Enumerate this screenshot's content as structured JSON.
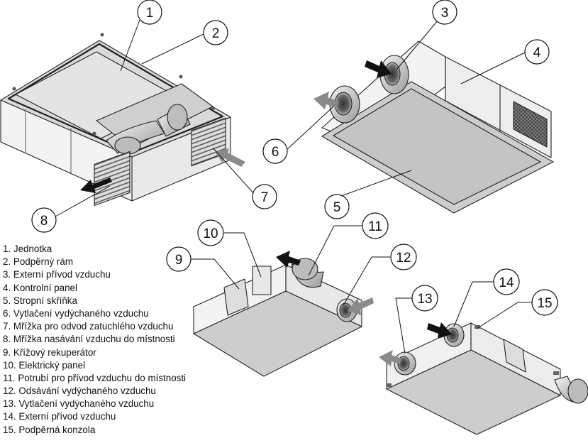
{
  "callouts": [
    {
      "num": "1"
    },
    {
      "num": "2"
    },
    {
      "num": "3"
    },
    {
      "num": "4"
    },
    {
      "num": "5"
    },
    {
      "num": "6"
    },
    {
      "num": "7"
    },
    {
      "num": "8"
    },
    {
      "num": "9"
    },
    {
      "num": "10"
    },
    {
      "num": "11"
    },
    {
      "num": "12"
    },
    {
      "num": "13"
    },
    {
      "num": "14"
    },
    {
      "num": "15"
    }
  ],
  "legend": [
    "1. Jednotka",
    "2. Podpěrný rám",
    "3. Externí přívod vzduchu",
    "4. Kontrolní panel",
    "5. Stropní skříňka",
    "6. Vytlačení vydýchaného vzduchu",
    "7. Mřížka pro odvod zatuchlého vzduchu",
    "8. Mřížka nasávání vzduchu do místnosti",
    "9. Křížový rekuperátor",
    "10. Elektrický panel",
    "11. Potrubí pro přívod vzduchu do místnosti",
    "12. Odsávání vydýchaného vzduchu",
    "13. Vytlačení vydýchaného vzduchu",
    "14. Externí přívod vzduchu",
    "15. Podpěrná konzola"
  ],
  "colors": {
    "outline": "#222222",
    "panel": "#f2f2f2",
    "face": "#e6e6e6",
    "top": "#c8c8c8",
    "arrow_dark": "#111111",
    "arrow_grey": "#8a8a8a"
  }
}
